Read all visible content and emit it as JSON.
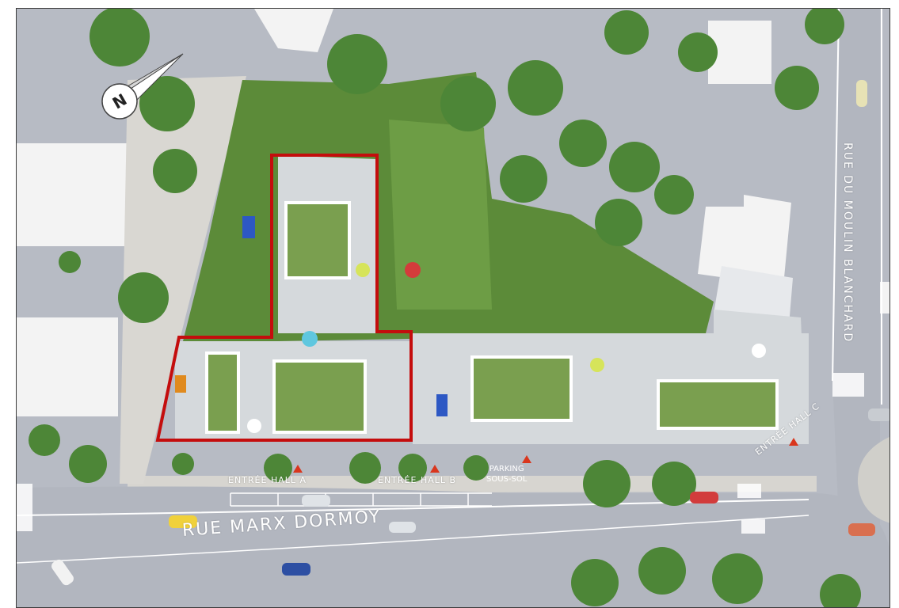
{
  "map": {
    "streets": {
      "main": "Rue Marx Dormoy",
      "side": "Rue du Moulin Blanchard"
    },
    "entrances": {
      "hall_a": "Entrée hall A",
      "hall_b": "Entrée hall B",
      "hall_c": "Entrée hall C"
    },
    "parking": {
      "line1": "Parking",
      "line2": "sous-sol"
    },
    "compass": {
      "north_letter": "N"
    },
    "colors": {
      "road": "#b6bac3",
      "sidewalk": "#dcdad5",
      "lawn": "#5f8f3a",
      "tree": "#4f8a3a",
      "building_roof": "#f2f2f2",
      "terrace": "#d8dcdf",
      "outline": "#c40d0d",
      "entrance_marker": "#d9361d"
    }
  }
}
